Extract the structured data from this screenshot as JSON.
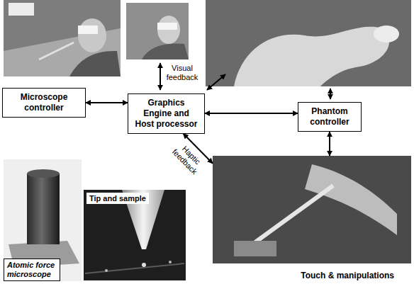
{
  "diagram": {
    "nodes": [
      {
        "text": [
          "Microscope controller"
        ]
      },
      {
        "text": [
          "Graphics Engine and Host processor"
        ]
      },
      {
        "text": [
          "Phantom controller"
        ]
      },
      {
        "text": [
          "Atomic force microscope"
        ]
      },
      {
        "text": [
          "Tip and sample"
        ]
      },
      {
        "text": [
          "Touch & manipulations"
        ]
      }
    ],
    "edges": [
      {
        "from": 0,
        "to": 1,
        "arrow": "both"
      },
      {
        "from": 1,
        "to": 2,
        "arrow": "both"
      },
      {
        "from": 1,
        "to": 5,
        "arrow": "both",
        "label": "Haptic feedback"
      },
      {
        "from": 2,
        "to": 5,
        "arrow": "both"
      }
    ],
    "labels": [
      "Visual feedback"
    ]
  }
}
